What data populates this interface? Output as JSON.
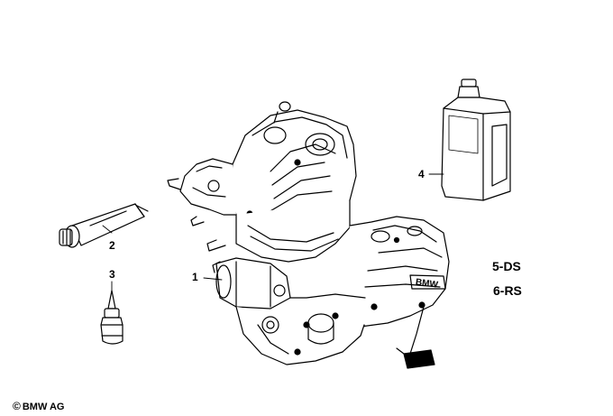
{
  "callouts": {
    "engine": "1",
    "sealant_tube": "2",
    "adhesive_bottle": "3",
    "oil_can": "4"
  },
  "variants": [
    "5-DS",
    "6-RS"
  ],
  "engine_brand": "BMW",
  "copyright": {
    "symbol": "©",
    "holder": "BMW AG"
  }
}
